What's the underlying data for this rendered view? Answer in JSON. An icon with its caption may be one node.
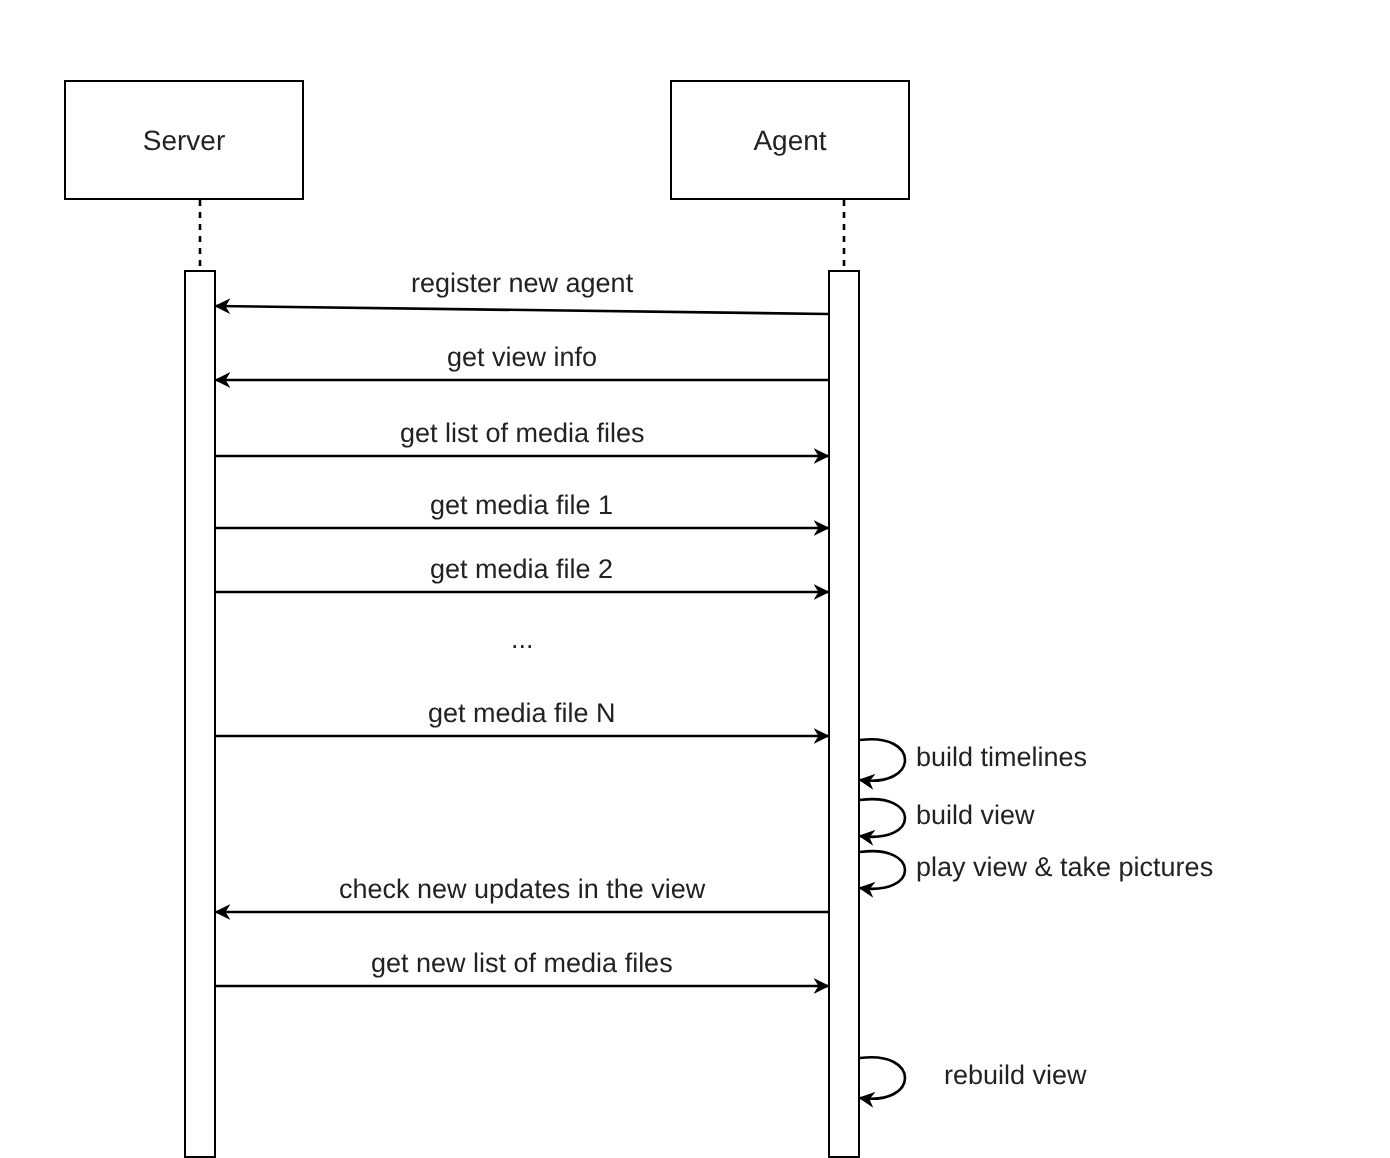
{
  "diagram": {
    "nodes": [
      {
        "text": [
          "Server"
        ]
      },
      {
        "text": [
          "Agent"
        ]
      },
      {
        "text": [],
        "shape": "bar"
      },
      {
        "text": [],
        "shape": "bar"
      }
    ],
    "edges": [
      {
        "from": 0,
        "to": 2,
        "arrow": "none",
        "style": "dashed"
      },
      {
        "from": 1,
        "to": 3,
        "arrow": "none",
        "style": "dashed"
      },
      {
        "from": 3,
        "to": 2,
        "arrow": "to",
        "label": "register new agent"
      },
      {
        "from": 3,
        "to": 2,
        "arrow": "to",
        "label": "get view info"
      },
      {
        "from": 2,
        "to": 3,
        "arrow": "to",
        "label": "get list of media files"
      },
      {
        "from": 2,
        "to": 3,
        "arrow": "to",
        "label": "get media file 1"
      },
      {
        "from": 2,
        "to": 3,
        "arrow": "to",
        "label": "get media file 2"
      },
      {
        "from": 2,
        "to": 3,
        "arrow": "to",
        "label": "get media file N"
      },
      {
        "from": 3,
        "to": 3,
        "arrow": "to",
        "label": "build timelines"
      },
      {
        "from": 3,
        "to": 3,
        "arrow": "to",
        "label": "build view"
      },
      {
        "from": 3,
        "to": 3,
        "arrow": "to",
        "label": "play view & take pictures"
      },
      {
        "from": 3,
        "to": 2,
        "arrow": "to",
        "label": "check new updates in the view"
      },
      {
        "from": 2,
        "to": 3,
        "arrow": "to",
        "label": "get new list of media files"
      },
      {
        "from": 3,
        "to": 3,
        "arrow": "to",
        "label": "rebuild view"
      }
    ],
    "labels": [
      "..."
    ]
  }
}
